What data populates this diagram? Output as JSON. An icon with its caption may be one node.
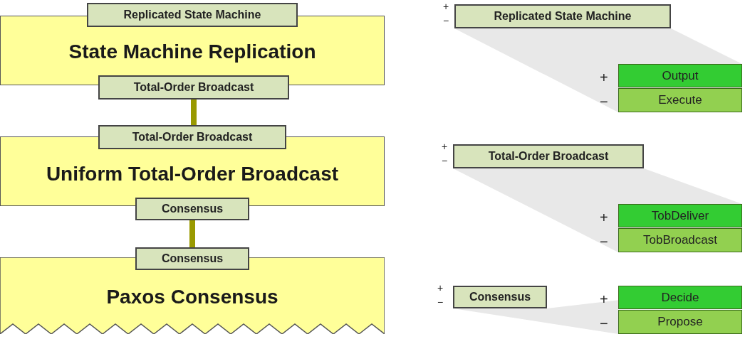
{
  "diagram": {
    "nodes": [
      {
        "text": [
          "State Machine Replication"
        ]
      },
      {
        "text": [
          "Replicated State Machine"
        ]
      },
      {
        "text": [
          "Total-Order Broadcast"
        ]
      },
      {
        "text": [
          "Uniform Total-Order Broadcast"
        ]
      },
      {
        "text": [
          "Total-Order Broadcast"
        ]
      },
      {
        "text": [
          "Consensus"
        ]
      },
      {
        "text": [
          "Paxos Consensus"
        ]
      },
      {
        "text": [
          "Consensus"
        ]
      },
      {
        "text": [
          "Replicated State Machine"
        ],
        "beside": [
          "+",
          "−"
        ]
      },
      {
        "text": [
          "Output"
        ],
        "beside": [
          "+"
        ]
      },
      {
        "text": [
          "Execute"
        ],
        "beside": [
          "−"
        ]
      },
      {
        "text": [
          "Total-Order Broadcast"
        ],
        "beside": [
          "+",
          "−"
        ]
      },
      {
        "text": [
          "TobDeliver"
        ],
        "beside": [
          "+"
        ]
      },
      {
        "text": [
          "TobBroadcast"
        ],
        "beside": [
          "−"
        ]
      },
      {
        "text": [
          "Consensus"
        ],
        "beside": [
          "+",
          "−"
        ]
      },
      {
        "text": [
          "Decide"
        ],
        "beside": [
          "+"
        ]
      },
      {
        "text": [
          "Propose"
        ],
        "beside": [
          "−"
        ]
      }
    ],
    "edges": [
      {
        "from": 2,
        "to": 4,
        "arrow": "none"
      },
      {
        "from": 5,
        "to": 7,
        "arrow": "none"
      }
    ]
  }
}
